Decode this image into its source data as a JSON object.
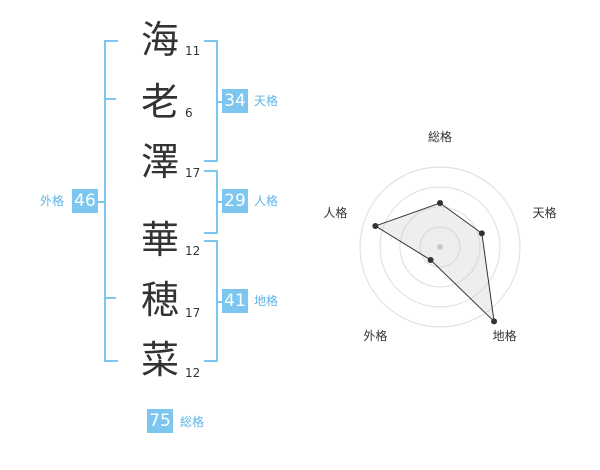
{
  "characters": [
    {
      "char": "海",
      "strokes": "11"
    },
    {
      "char": "老",
      "strokes": "6"
    },
    {
      "char": "澤",
      "strokes": "17"
    },
    {
      "char": "華",
      "strokes": "12"
    },
    {
      "char": "穂",
      "strokes": "17"
    },
    {
      "char": "菜",
      "strokes": "12"
    }
  ],
  "kakusu": {
    "tenkaku": {
      "label": "天格",
      "value": "34"
    },
    "jinkaku": {
      "label": "人格",
      "value": "29"
    },
    "chikaku": {
      "label": "地格",
      "value": "41"
    },
    "gaikaku": {
      "label": "外格",
      "value": "46"
    },
    "soukaku": {
      "label": "総格",
      "value": "75"
    }
  },
  "colors": {
    "accent": "#7cc6ef",
    "label": "#5eb4e8"
  },
  "chart_data": {
    "type": "radar",
    "axes": [
      "総格",
      "天格",
      "地格",
      "外格",
      "人格"
    ],
    "values": [
      0.55,
      0.55,
      1.15,
      0.2,
      0.85
    ],
    "grid_rings": 4
  }
}
